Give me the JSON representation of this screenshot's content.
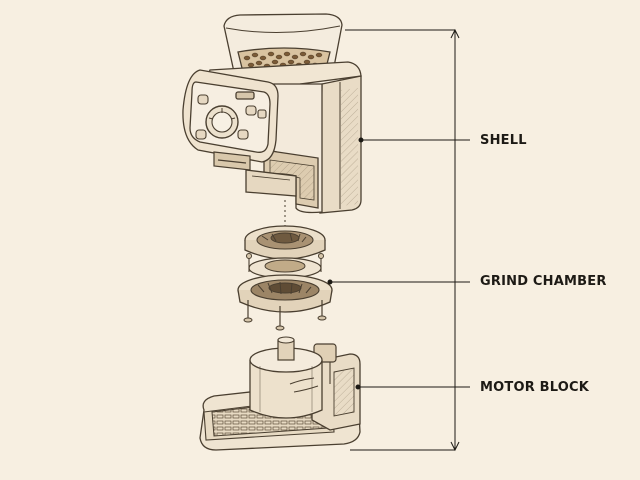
{
  "callouts": {
    "shell": "SHELL",
    "grind_chamber": "GRIND CHAMBER",
    "motor_block": "MOTOR BLOCK"
  },
  "palette": {
    "background": "#f7efe1",
    "ink": "#4a3f30",
    "shade": "#e9dcc6",
    "bean": "#7a5a36",
    "label": "#1d1a15"
  }
}
